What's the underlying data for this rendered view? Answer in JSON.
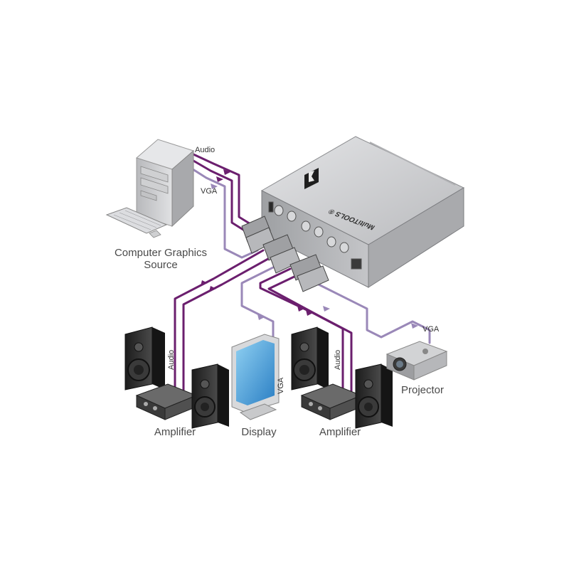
{
  "labels": {
    "source": [
      "Computer Graphics",
      "Source"
    ],
    "audio_in": "Audio",
    "vga_in": "VGA",
    "audio_left": "Audio",
    "audio_right": "Audio",
    "vga_display": "VGA",
    "vga_projector": "VGA",
    "amp_left": "Amplifier",
    "display": "Display",
    "amp_right": "Amplifier",
    "projector": "Projector",
    "device_text": "MultiTOOLS ®"
  },
  "colors": {
    "audio_cable": "#6b1f6e",
    "vga_cable": "#9a88b8",
    "device_body": "#c9cacc",
    "speaker": "#2d2d2d",
    "screen": "#4ea6dd"
  },
  "icons": {
    "source": "computer-tower-icon",
    "switch": "av-distributor-box-icon",
    "speaker": "speaker-cabinet-icon",
    "amplifier": "amplifier-icon",
    "display": "monitor-icon",
    "projector": "projector-icon",
    "arrow": "flow-arrow-icon"
  }
}
